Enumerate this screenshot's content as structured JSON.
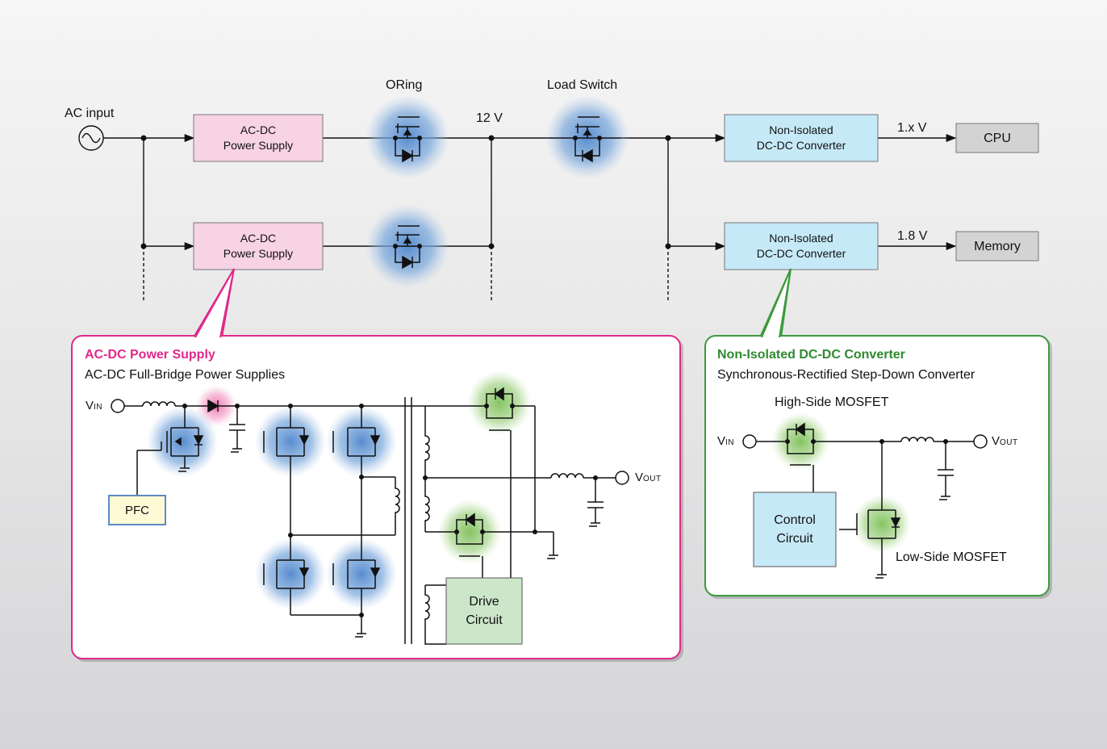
{
  "top": {
    "ac_input_label": "AC input",
    "psu_line1": "AC-DC",
    "psu_line2": "Power Supply",
    "oring_label": "ORing",
    "rail_label": "12 V",
    "load_switch_label": "Load Switch",
    "conv_line1": "Non-Isolated",
    "conv_line2": "DC-DC Converter",
    "cpu_voltage": "1.x V",
    "cpu_label": "CPU",
    "mem_voltage": "1.8 V",
    "mem_label": "Memory"
  },
  "acdc_panel": {
    "title": "AC-DC Power Supply",
    "subtitle": "AC-DC Full-Bridge Power Supplies",
    "vin_main": "V",
    "vin_sub": "IN",
    "vout_main": "V",
    "vout_sub": "OUT",
    "pfc_label": "PFC",
    "drive_line1": "Drive",
    "drive_line2": "Circuit"
  },
  "dcdc_panel": {
    "title": "Non-Isolated DC-DC Converter",
    "subtitle": "Synchronous-Rectified Step-Down Converter",
    "high_side_label": "High-Side MOSFET",
    "low_side_label": "Low-Side MOSFET",
    "vin_main": "V",
    "vin_sub": "IN",
    "vout_main": "V",
    "vout_sub": "OUT",
    "control_line1": "Control",
    "control_line2": "Circuit"
  },
  "colors": {
    "acdc_accent": "#e0298a",
    "dcdc_accent": "#3d9a3d",
    "psu_fill": "#f7d3e4",
    "converter_fill": "#c6e9f7",
    "load_fill": "#d3d3d3",
    "pfc_fill": "#fff9d6",
    "drive_fill": "#cce6c9",
    "glow_blue": "#6f9fd6",
    "glow_green": "#9fd07e",
    "glow_pink": "#f08cbd"
  }
}
